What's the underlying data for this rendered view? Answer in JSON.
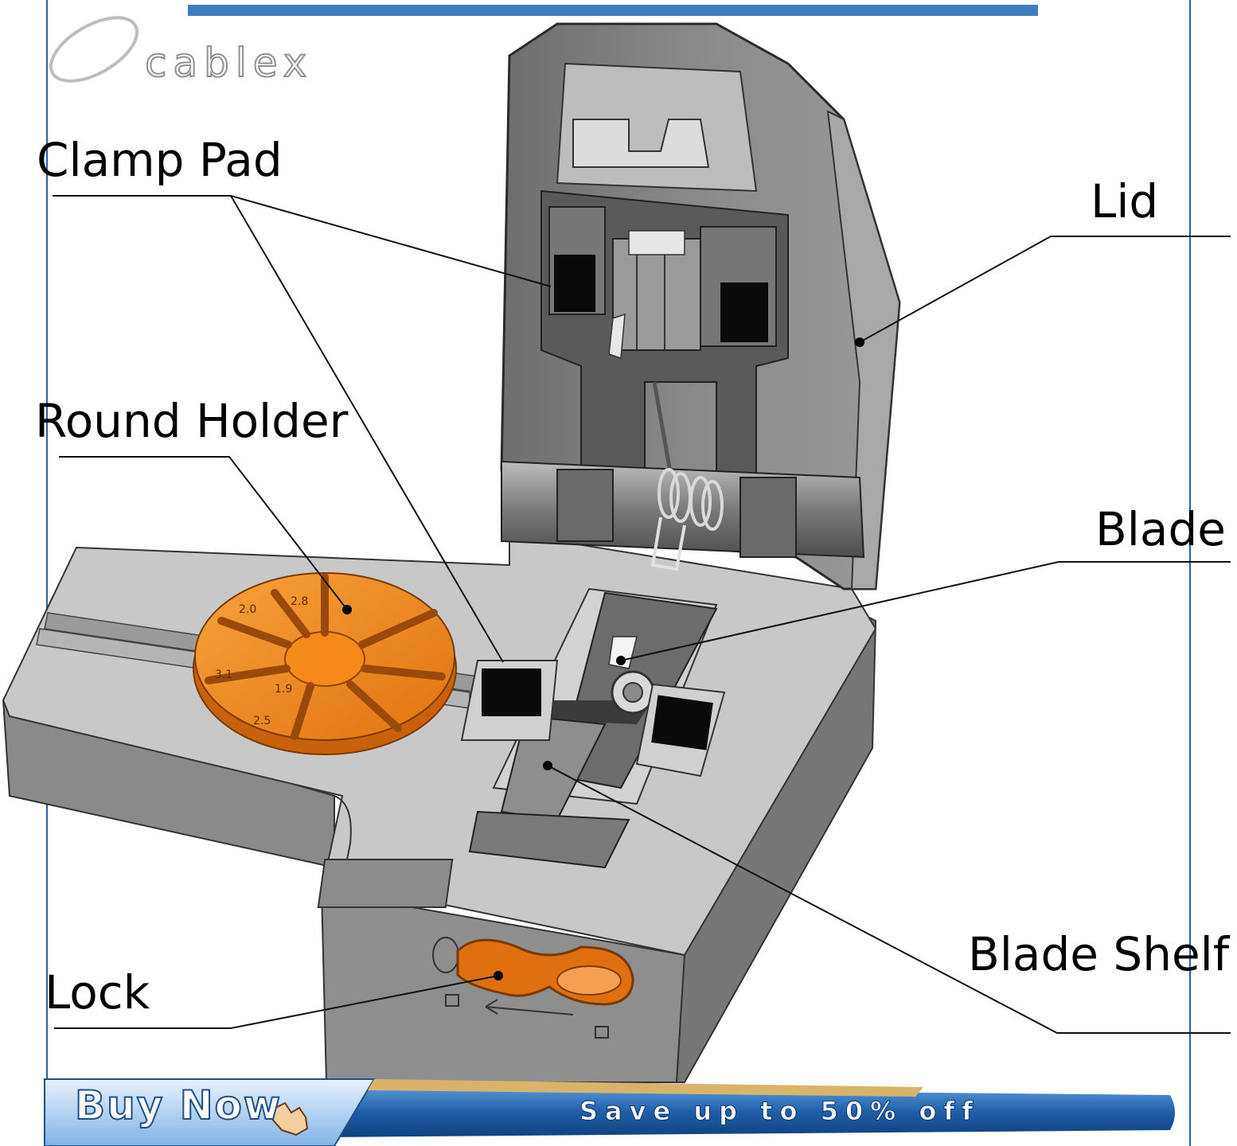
{
  "brand": {
    "logo_text": "cablex"
  },
  "callouts": {
    "clamp_pad": "Clamp Pad",
    "round_holder": "Round Holder",
    "lock": "Lock",
    "lid": "Lid",
    "blade": "Blade",
    "blade_shelf": "Blade Shelf"
  },
  "banner": {
    "buy_now_label": "Buy Now",
    "promo_text": "Save up to 50% off"
  },
  "holder_markings": [
    "1.9",
    "2.5",
    "3.1",
    "2.0",
    "2.8"
  ],
  "colors": {
    "frame": "#2d5f9e",
    "tool_body": "#8e8e8e",
    "base_top": "#c8c8c8",
    "orange_parts": "#f28a1c",
    "banner_blue": "#1f5fa8"
  }
}
